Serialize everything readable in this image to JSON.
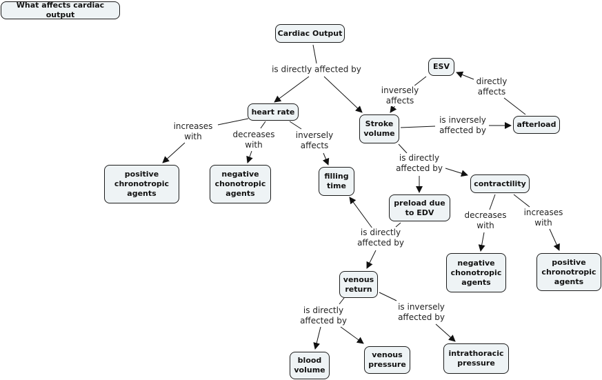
{
  "title": "What affects cardiac output",
  "nodes": {
    "cardiac_output": "Cardiac Output",
    "heart_rate": "heart rate",
    "stroke_volume": "Stroke\nvolume",
    "esv": "ESV",
    "afterload": "afterload",
    "pos_chrono_left": "positive\nchronotropic\nagents",
    "neg_chrono_left": "negative\nchonotropic\nagents",
    "filling_time": "filling\ntime",
    "preload": "preload due\nto EDV",
    "contractility": "contractility",
    "neg_chrono_right": "negative\nchonotropic\nagents",
    "pos_chrono_right": "positive\nchronotropic\nagents",
    "venous_return": "venous\nreturn",
    "blood_volume": "blood\nvolume",
    "venous_pressure": "venous\npressure",
    "intrathoracic_pressure": "intrathoracic\npressure"
  },
  "links": {
    "co_affected": "is directly affected by",
    "hr_increases": "increases\nwith",
    "hr_decreases": "decreases\nwith",
    "hr_inversely": "inversely\naffects",
    "esv_inversely": "inversely\naffects",
    "afterload_directly": "directly\naffects",
    "sv_inversely": "is inversely\naffected by",
    "sv_directly": "is directly\naffected by",
    "contract_decreases": "decreases\nwith",
    "contract_increases": "increases\nwith",
    "preload_directly": "is directly\naffected by",
    "vr_directly": "is directly\naffected by",
    "vr_inversely": "is inversely\naffected by"
  },
  "colors": {
    "node_fill": "#eef3f5",
    "node_border": "#1a1a1a",
    "line": "#111111"
  }
}
